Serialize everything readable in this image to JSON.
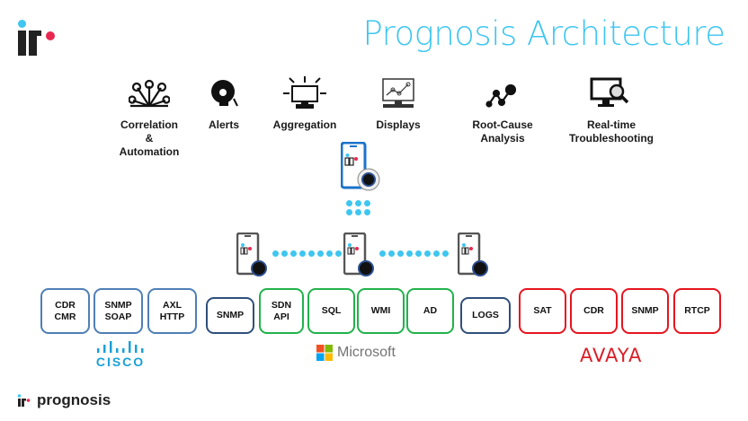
{
  "header": {
    "logo": "ir-logo",
    "title": "Prognosis Architecture"
  },
  "capabilities": [
    {
      "icon": "network-nodes-icon",
      "label_lines": [
        "Correlation",
        "&",
        "Automation"
      ]
    },
    {
      "icon": "bell-alarm-icon",
      "label_lines": [
        "Alerts"
      ]
    },
    {
      "icon": "monitor-arrows-icon",
      "label_lines": [
        "Aggregation"
      ]
    },
    {
      "icon": "monitor-chart-icon",
      "label_lines": [
        "Displays"
      ]
    },
    {
      "icon": "root-cause-graph-icon",
      "label_lines": [
        "Root-Cause",
        "Analysis"
      ]
    },
    {
      "icon": "monitor-magnifier-icon",
      "label_lines": [
        "Real-time",
        "Troubleshooting"
      ]
    }
  ],
  "servers": {
    "central": "central-server-device-icon",
    "nodes": [
      "monitoring-node-left",
      "monitoring-node-center",
      "monitoring-node-right"
    ]
  },
  "vendors": {
    "cisco": {
      "name": "CISCO",
      "sources": [
        [
          "CDR",
          "CMR"
        ],
        [
          "SNMP",
          "SOAP"
        ],
        [
          "AXL",
          "HTTP"
        ]
      ]
    },
    "generic_snmp": {
      "sources": [
        [
          "SNMP"
        ]
      ]
    },
    "microsoft": {
      "name": "Microsoft",
      "sources": [
        [
          "SDN",
          "API"
        ],
        [
          "SQL"
        ],
        [
          "WMI"
        ],
        [
          "AD"
        ]
      ]
    },
    "generic_logs": {
      "sources": [
        [
          "LOGS"
        ]
      ]
    },
    "avaya": {
      "name": "AVAYA",
      "sources": [
        [
          "SAT"
        ],
        [
          "CDR"
        ],
        [
          "SNMP"
        ],
        [
          "RTCP"
        ]
      ]
    }
  },
  "footer": {
    "brand": "prognosis"
  },
  "colors": {
    "accent_blue": "#3ec6f0",
    "accent_pink": "#e8274f",
    "cisco_border": "#4f7fb5",
    "generic_border": "#2f4f7a",
    "microsoft_border": "#22b24c",
    "avaya_border": "#e6151f",
    "avaya_text": "#d81f26",
    "cisco_text": "#1ba0d7"
  }
}
